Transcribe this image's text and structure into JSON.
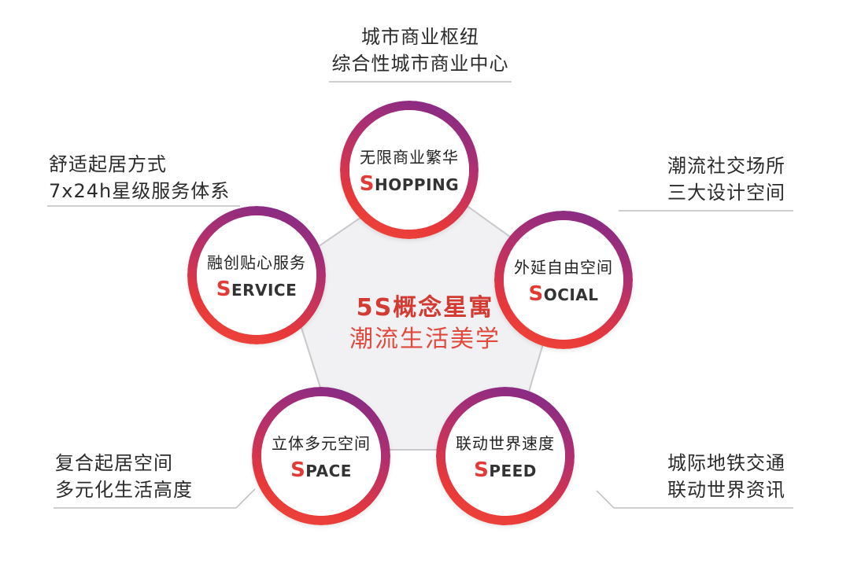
{
  "center": {
    "title": "5S概念星寓",
    "subtitle": "潮流生活美学"
  },
  "circles": {
    "shopping": {
      "cn": "无限商业繁华",
      "en_first": "S",
      "en_rest": "HOPPING"
    },
    "social": {
      "cn": "外延自由空间",
      "en_first": "S",
      "en_rest": "OCIAL"
    },
    "speed": {
      "cn": "联动世界速度",
      "en_first": "S",
      "en_rest": "PEED"
    },
    "space": {
      "cn": "立体多元空间",
      "en_first": "S",
      "en_rest": "PACE"
    },
    "service": {
      "cn": "融创贴心服务",
      "en_first": "S",
      "en_rest": "ERVICE"
    }
  },
  "annotations": {
    "top": [
      "城市商业枢纽",
      "综合性城市商业中心"
    ],
    "right_top": [
      "潮流社交场所",
      "三大设计空间"
    ],
    "right_bottom": [
      "城际地铁交通",
      "联动世界资讯"
    ],
    "left_bottom": [
      "复合起居空间",
      "多元化生活高度"
    ],
    "left_top": [
      "舒适起居方式",
      "7x24h星级服务体系"
    ]
  },
  "colors": {
    "ring_purple": "#7a2a8c",
    "ring_red": "#e8383a",
    "accent": "#e23b36",
    "pentagon_fill": "#f1f1f3"
  }
}
